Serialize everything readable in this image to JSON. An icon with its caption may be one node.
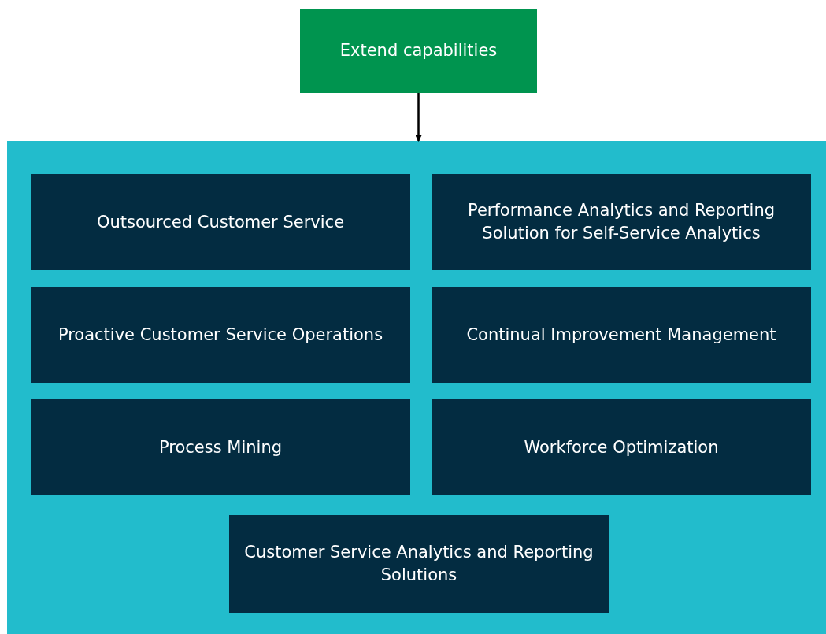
{
  "diagram": {
    "nodes": [
      {
        "text": [
          "Extend capabilities"
        ]
      },
      {
        "text": [],
        "shape": "box"
      },
      {
        "text": [
          "Outsourced Customer Service"
        ],
        "in": 1
      },
      {
        "text": [
          "Performance Analytics and Reporting Solution for Self-Service Analytics"
        ],
        "in": 1
      },
      {
        "text": [
          "Proactive Customer Service Operations"
        ],
        "in": 1
      },
      {
        "text": [
          "Continual Improvement Management"
        ],
        "in": 1
      },
      {
        "text": [
          "Process Mining"
        ],
        "in": 1
      },
      {
        "text": [
          "Workforce Optimization"
        ],
        "in": 1
      },
      {
        "text": [
          "Customer Service Analytics and Reporting Solutions"
        ],
        "in": 1
      }
    ],
    "edges": [
      {
        "from": 0,
        "to": 1,
        "arrow": "to"
      }
    ]
  }
}
